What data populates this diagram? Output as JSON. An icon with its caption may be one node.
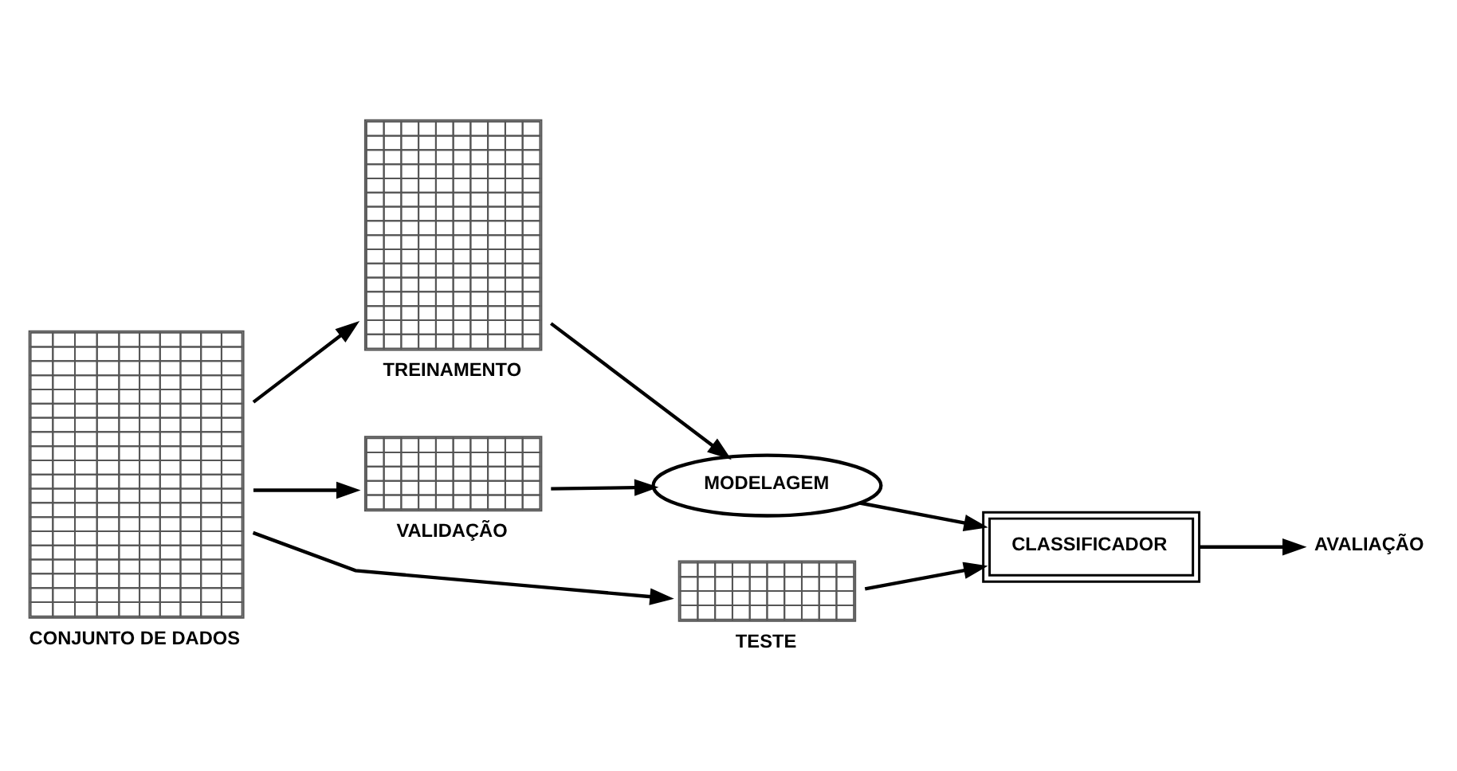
{
  "diagram": {
    "nodes": [
      {
        "text": [
          "CONJUNTO DE DADOS"
        ]
      },
      {
        "text": [
          "TREINAMENTO"
        ]
      },
      {
        "text": [
          "VALIDAÇÃO"
        ]
      },
      {
        "text": [
          "TESTE"
        ]
      },
      {
        "text": [
          "MODELAGEM"
        ]
      },
      {
        "text": [
          "CLASSIFICADOR"
        ]
      },
      {
        "text": [
          "AVALIAÇÃO"
        ]
      }
    ],
    "edges": [
      {
        "from": 0,
        "to": 1,
        "arrow": "to"
      },
      {
        "from": 0,
        "to": 2,
        "arrow": "to"
      },
      {
        "from": 0,
        "to": 3,
        "arrow": "to"
      },
      {
        "from": 1,
        "to": 4,
        "arrow": "to"
      },
      {
        "from": 2,
        "to": 4,
        "arrow": "to"
      },
      {
        "from": 4,
        "to": 5,
        "arrow": "to"
      },
      {
        "from": 3,
        "to": 5,
        "arrow": "to"
      },
      {
        "from": 5,
        "to": 6,
        "arrow": "to"
      }
    ]
  }
}
